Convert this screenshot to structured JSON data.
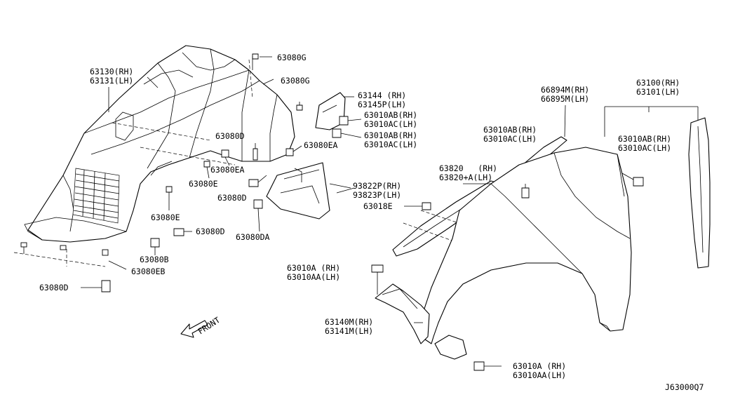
{
  "diagram_code": "J63000Q7",
  "direction_label": "FRONT",
  "labels": [
    {
      "id": "l63130",
      "lines": [
        "63130(RH)",
        "63131(LH)"
      ]
    },
    {
      "id": "l63080g1",
      "lines": [
        "63080G"
      ]
    },
    {
      "id": "l63080g2",
      "lines": [
        "63080G"
      ]
    },
    {
      "id": "l63144",
      "lines": [
        "63144 (RH)",
        "63145P(LH)"
      ]
    },
    {
      "id": "l63010ab1",
      "lines": [
        "63010AB(RH)",
        "63010AC(LH)"
      ]
    },
    {
      "id": "l63010ab2",
      "lines": [
        "63010AB(RH)",
        "63010AC(LH)"
      ]
    },
    {
      "id": "l66894",
      "lines": [
        "66894M(RH)",
        "66895M(LH)"
      ]
    },
    {
      "id": "l63100",
      "lines": [
        "63100(RH)",
        "63101(LH)"
      ]
    },
    {
      "id": "l63010ab3",
      "lines": [
        "63010AB(RH)",
        "63010AC(LH)"
      ]
    },
    {
      "id": "l63010ab4",
      "lines": [
        "63010AB(RH)",
        "63010AC(LH)"
      ]
    },
    {
      "id": "l63080d1",
      "lines": [
        "63080D"
      ]
    },
    {
      "id": "l63080ea1",
      "lines": [
        "63080EA"
      ]
    },
    {
      "id": "l63080ea2",
      "lines": [
        "63080EA"
      ]
    },
    {
      "id": "l63080e1",
      "lines": [
        "63080E"
      ]
    },
    {
      "id": "l93822",
      "lines": [
        "93822P(RH)",
        "93823P(LH)"
      ]
    },
    {
      "id": "l63820",
      "lines": [
        "63820   (RH)",
        "63820+A(LH)"
      ]
    },
    {
      "id": "l63080d2",
      "lines": [
        "63080D"
      ]
    },
    {
      "id": "l63018e",
      "lines": [
        "63018E"
      ]
    },
    {
      "id": "l63080e2",
      "lines": [
        "63080E"
      ]
    },
    {
      "id": "l63080d3",
      "lines": [
        "63080D"
      ]
    },
    {
      "id": "l63080da",
      "lines": [
        "63080DA"
      ]
    },
    {
      "id": "l63080b",
      "lines": [
        "63080B"
      ]
    },
    {
      "id": "l63080eb",
      "lines": [
        "63080EB"
      ]
    },
    {
      "id": "l63080d4",
      "lines": [
        "63080D"
      ]
    },
    {
      "id": "l63010a1",
      "lines": [
        "63010A (RH)",
        "63010AA(LH)"
      ]
    },
    {
      "id": "l63140",
      "lines": [
        "63140M(RH)",
        "63141M(LH)"
      ]
    },
    {
      "id": "l63010a2",
      "lines": [
        "63010A (RH)",
        "63010AA(LH)"
      ]
    }
  ]
}
